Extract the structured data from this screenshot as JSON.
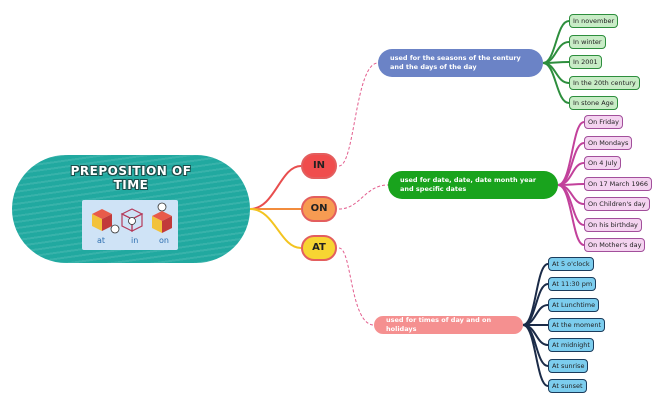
{
  "root": {
    "title_line1": "PREPOSITION OF",
    "title_line2": "TIME",
    "image_labels": [
      "at",
      "in",
      "on"
    ]
  },
  "branches": [
    {
      "label": "IN",
      "description": "used for the seasons of the century and the days of the day",
      "leaves": [
        "In november",
        "In winter",
        "In 2001",
        "In the 20th century",
        "In stone Age"
      ]
    },
    {
      "label": "ON",
      "description": "used for date, date, date month year and specific dates",
      "leaves": [
        "On Friday",
        "On Mondays",
        "On 4 July",
        "On 17 March 1966",
        "On Children's day",
        "On his birthday",
        "On Mother's day"
      ]
    },
    {
      "label": "AT",
      "description": "used for times of day and on holidays",
      "leaves": [
        "At 5 o'clock",
        "At 11:30  pm",
        "At Lunchtime",
        "At the moment",
        "At midnight",
        "At sunrise",
        "At sunset"
      ]
    }
  ],
  "colors": {
    "root": "#21a9a0",
    "in_pill": "#f04d4d",
    "on_pill": "#f79b52",
    "at_pill": "#f7d532",
    "in_desc": "#6b83c6",
    "on_desc": "#19a31d",
    "at_desc": "#f59090",
    "in_leaf": "#c8ecc6",
    "on_leaf": "#f4d3f0",
    "at_leaf": "#7ccdee"
  }
}
